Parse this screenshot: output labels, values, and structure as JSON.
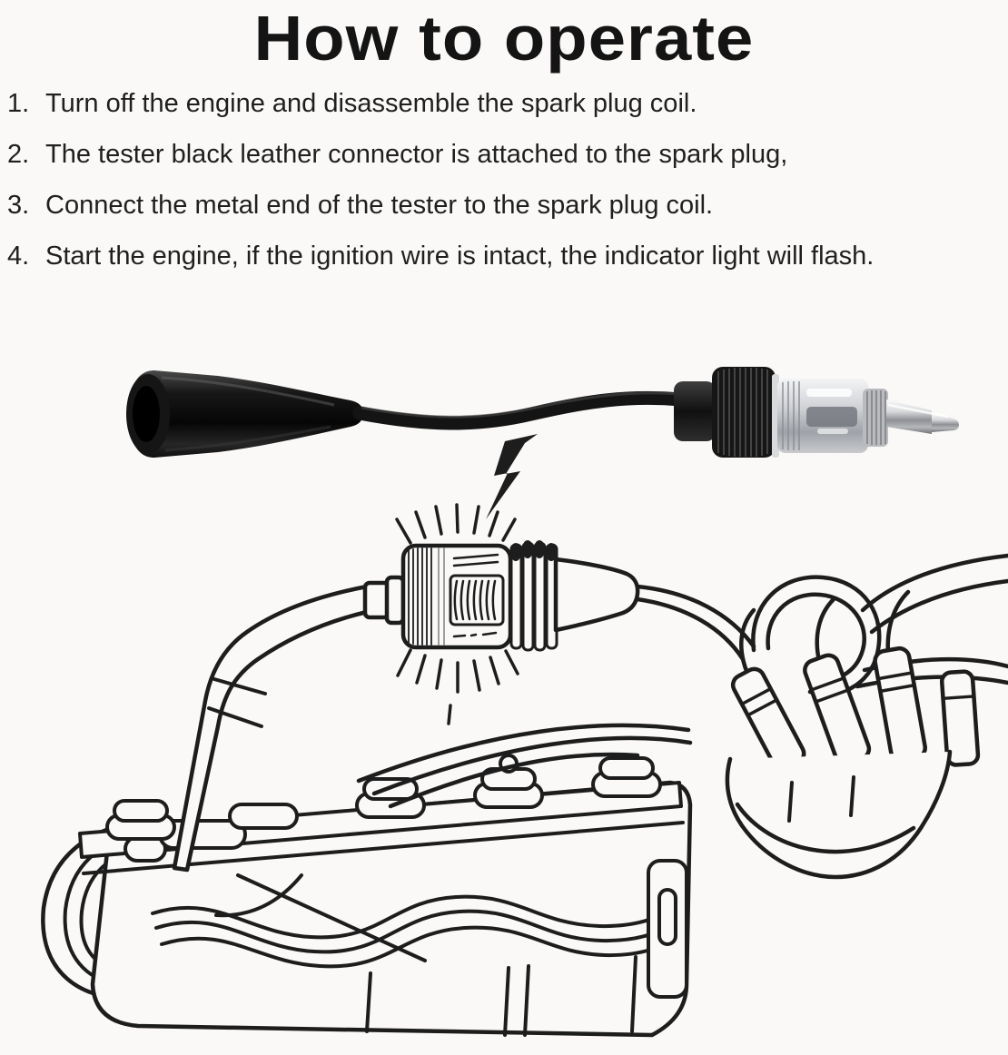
{
  "page": {
    "title": "How to operate"
  },
  "instructions": {
    "steps": [
      {
        "number": "1.",
        "text": "Turn off the engine and disassemble the spark plug coil."
      },
      {
        "number": "2.",
        "text": "The tester black leather connector is attached to the spark plug,"
      },
      {
        "number": "3.",
        "text": "Connect the metal end of the tester to the spark plug coil."
      },
      {
        "number": "4.",
        "text": "Start the engine, if the ignition wire is intact, the indicator light will flash."
      }
    ]
  },
  "figures": {
    "product_photo": {
      "parts": [
        "black-rubber-boot",
        "flexible-cable",
        "knurled-ring",
        "clear-indicator-body",
        "metal-probe-tip"
      ]
    },
    "diagram": {
      "elements": [
        "lightning-bolt",
        "spark-flash-rays",
        "inline-tester",
        "spark-plug-boot",
        "ignition-wires",
        "distributor-cap",
        "engine-block"
      ]
    }
  },
  "colors": {
    "background": "#faf9f7",
    "ink": "#1d1d1d",
    "text": "#1f1f1f"
  }
}
